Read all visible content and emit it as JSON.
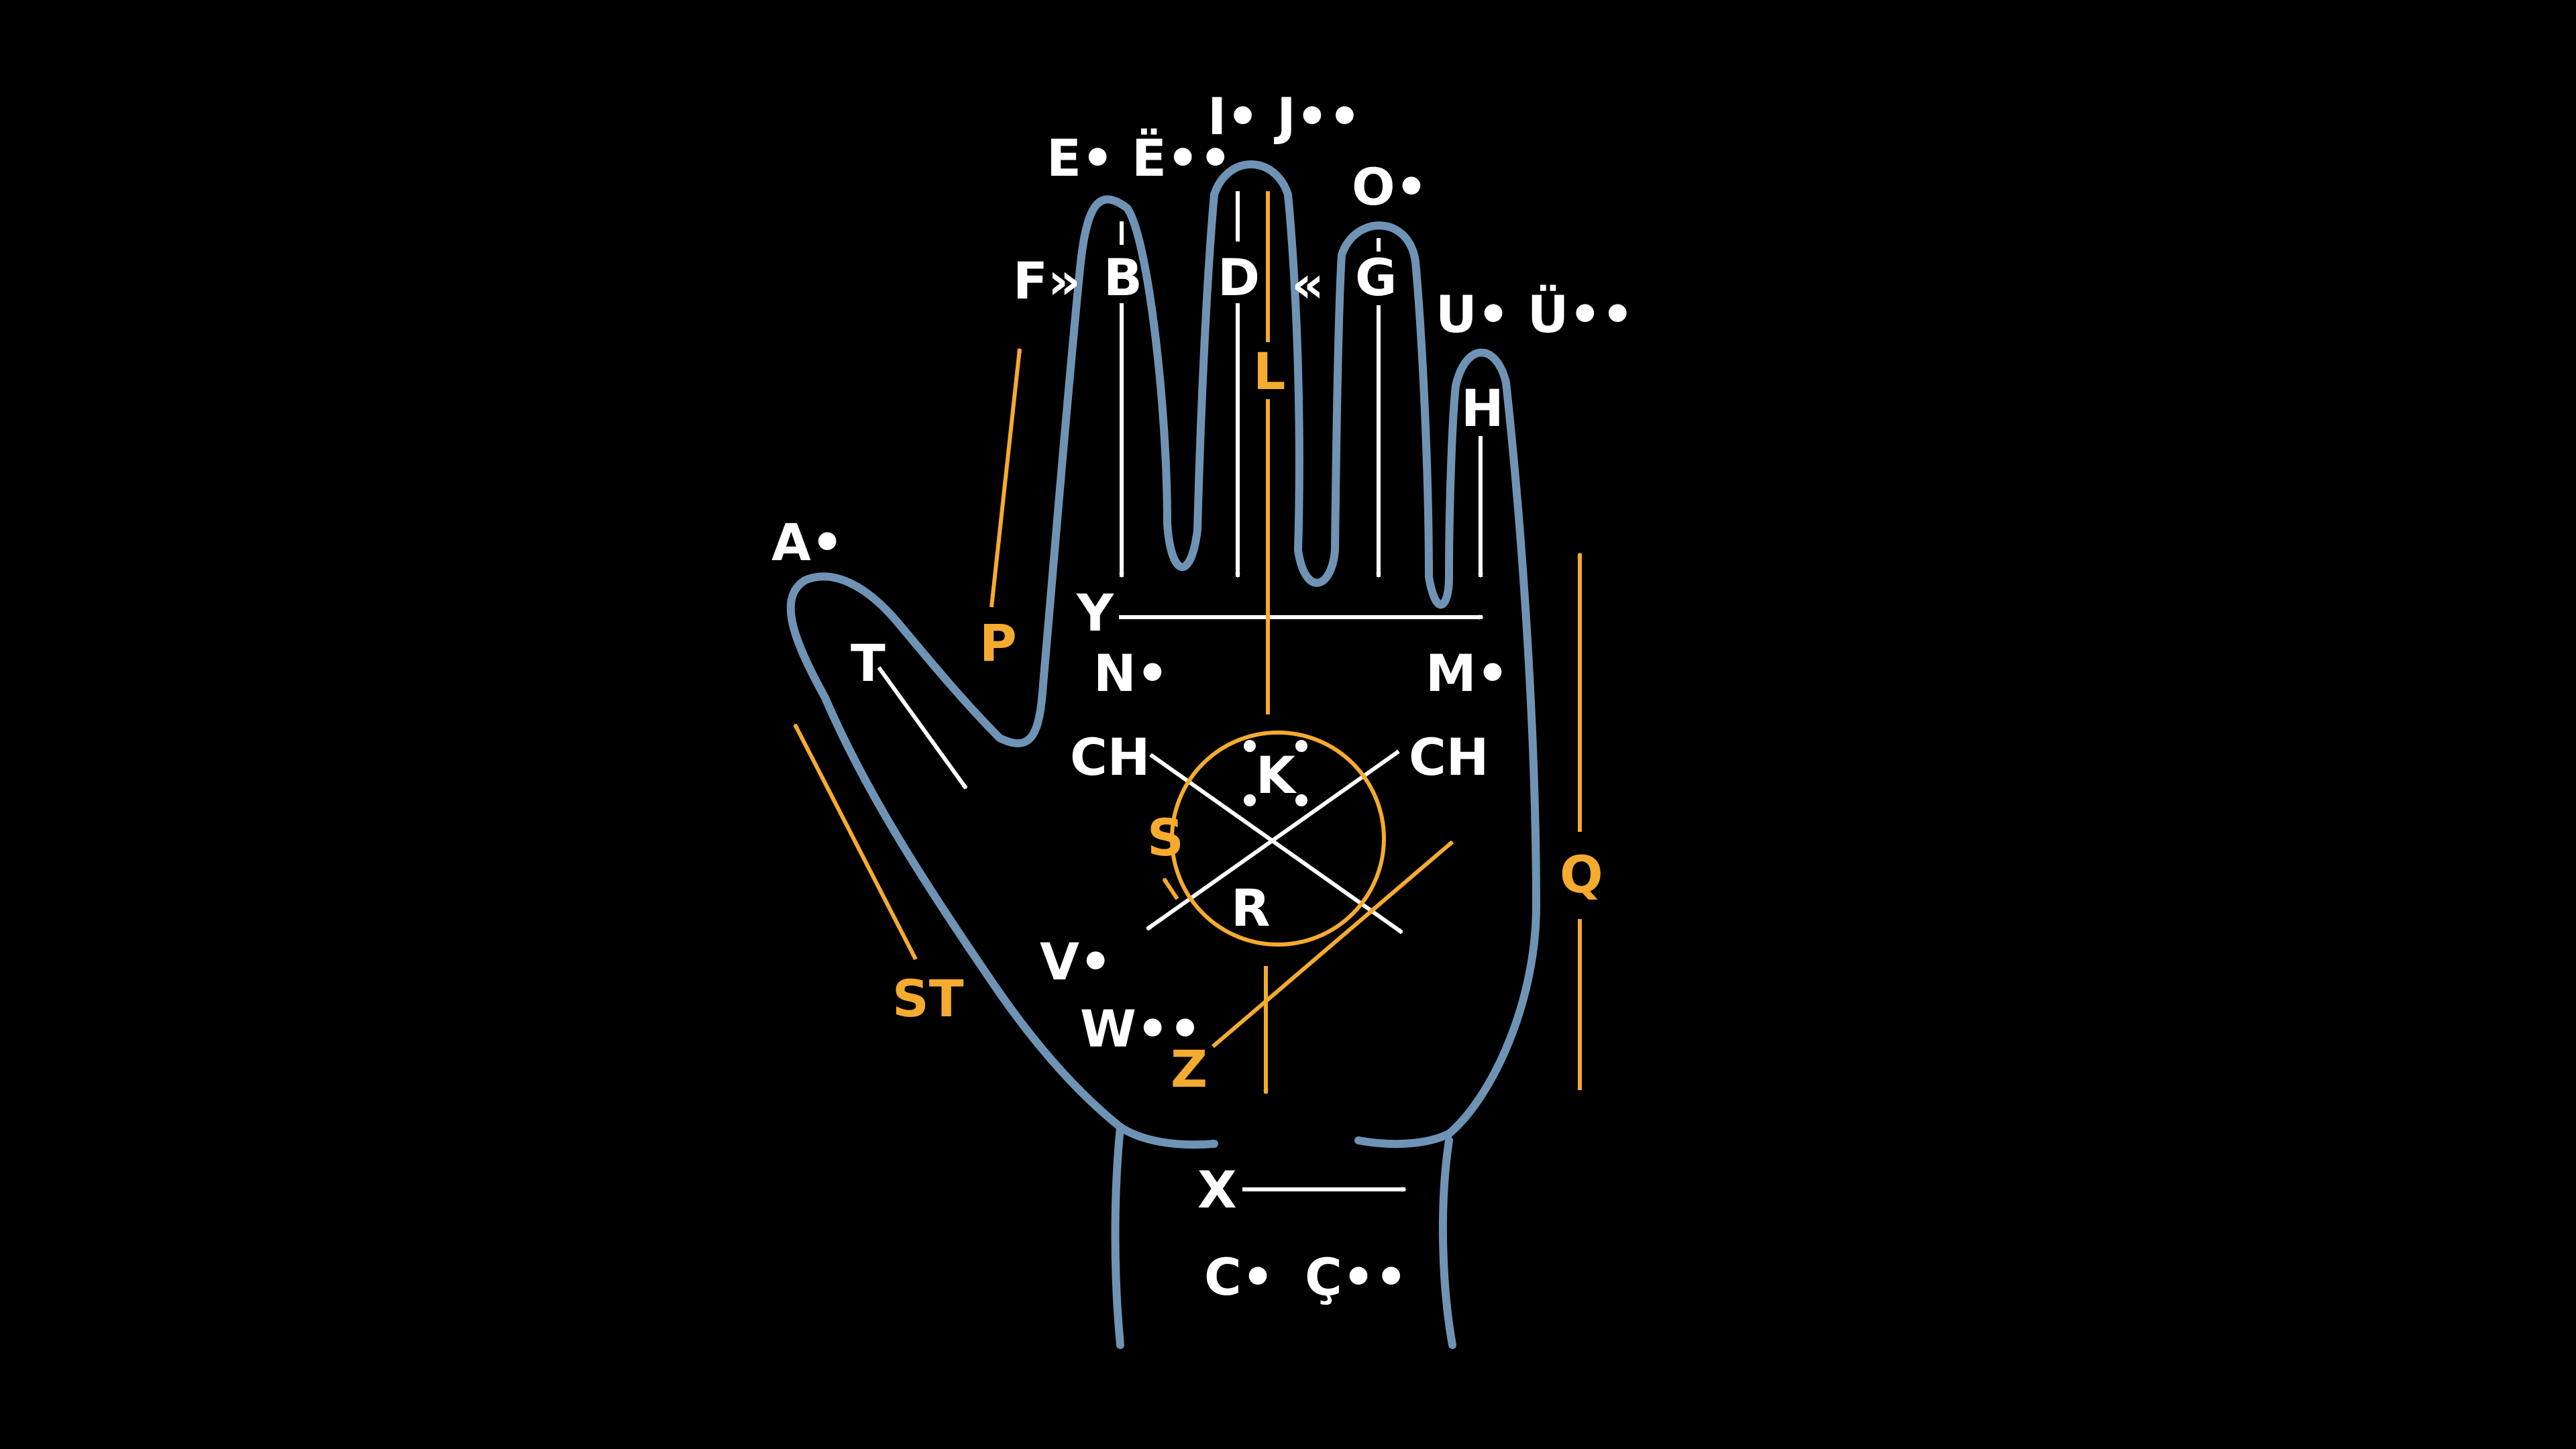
{
  "colors": {
    "background": "#000000",
    "hand_outline": "#6f93b5",
    "white_labels": "#ffffff",
    "orange_labels": "#f5ab2f"
  },
  "labels": {
    "a": "A•",
    "e_dot": "E• Ë••",
    "i_dot": "I• J••",
    "o_dot": "O•",
    "u_dot": "U• Ü••",
    "f": "F»",
    "b": "B",
    "d": "D",
    "guillemet_left": "«",
    "g": "G",
    "h": "H",
    "y": "Y",
    "n": "N•",
    "m": "M•",
    "t": "T",
    "ch_left": "CH",
    "ch_right": "CH",
    "k": "K",
    "r": "R",
    "v": "V•",
    "w": "W••",
    "x": "X",
    "c": "C•",
    "c_cedilla": "Ç••"
  },
  "orange_labels": {
    "p": "P",
    "l": "L",
    "s": "S",
    "st": "ST",
    "z": "Z",
    "q": "Q"
  }
}
